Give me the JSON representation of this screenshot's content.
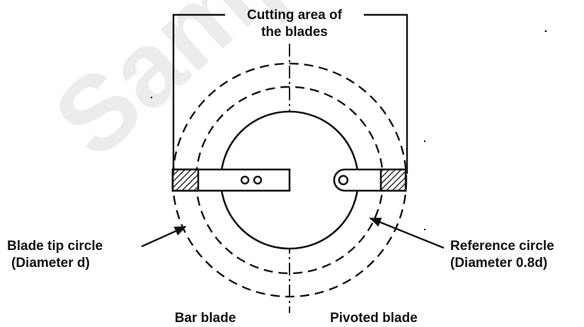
{
  "labels": {
    "cutting_area_line1": "Cutting area of",
    "cutting_area_line2": "the blades",
    "blade_tip_line1": "Blade tip circle",
    "blade_tip_line2": "(Diameter d)",
    "reference_line1": "Reference circle",
    "reference_line2": "(Diameter 0.8d)",
    "bar_blade": "Bar blade",
    "pivoted_blade": "Pivoted blade"
  },
  "watermark": "Sample preview",
  "colors": {
    "ink": "#111111",
    "watermark": "#ececec",
    "background": "#ffffff"
  }
}
